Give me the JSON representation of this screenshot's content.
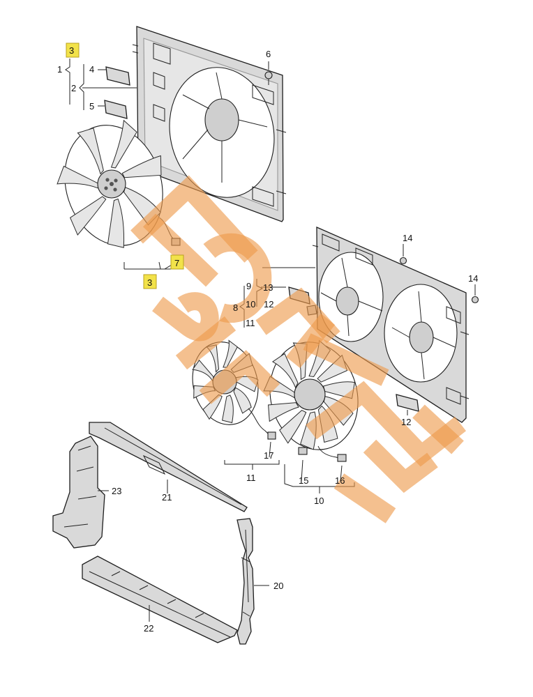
{
  "parts": [
    {
      "id": "p1",
      "label": "1"
    },
    {
      "id": "p2",
      "label": "2"
    },
    {
      "id": "p3a",
      "label": "3",
      "highlighted": true
    },
    {
      "id": "p3b",
      "label": "3",
      "highlighted": true
    },
    {
      "id": "p4",
      "label": "4"
    },
    {
      "id": "p5",
      "label": "5"
    },
    {
      "id": "p6",
      "label": "6"
    },
    {
      "id": "p7",
      "label": "7",
      "highlighted": true
    },
    {
      "id": "p8",
      "label": "8"
    },
    {
      "id": "p9",
      "label": "9"
    },
    {
      "id": "p10a",
      "label": "10"
    },
    {
      "id": "p10b",
      "label": "10"
    },
    {
      "id": "p11a",
      "label": "11"
    },
    {
      "id": "p11b",
      "label": "11"
    },
    {
      "id": "p12a",
      "label": "12"
    },
    {
      "id": "p12b",
      "label": "12"
    },
    {
      "id": "p13",
      "label": "13"
    },
    {
      "id": "p14a",
      "label": "14"
    },
    {
      "id": "p14b",
      "label": "14"
    },
    {
      "id": "p15",
      "label": "15"
    },
    {
      "id": "p16",
      "label": "16"
    },
    {
      "id": "p17",
      "label": "17"
    },
    {
      "id": "p20",
      "label": "20"
    },
    {
      "id": "p21",
      "label": "21"
    },
    {
      "id": "p22",
      "label": "22"
    },
    {
      "id": "p23",
      "label": "23"
    }
  ],
  "colors": {
    "highlight": "#f2e24a",
    "watermark": "#ee9a4a",
    "line": "#1e1e1e",
    "part_fill": "#d9d9d9"
  }
}
